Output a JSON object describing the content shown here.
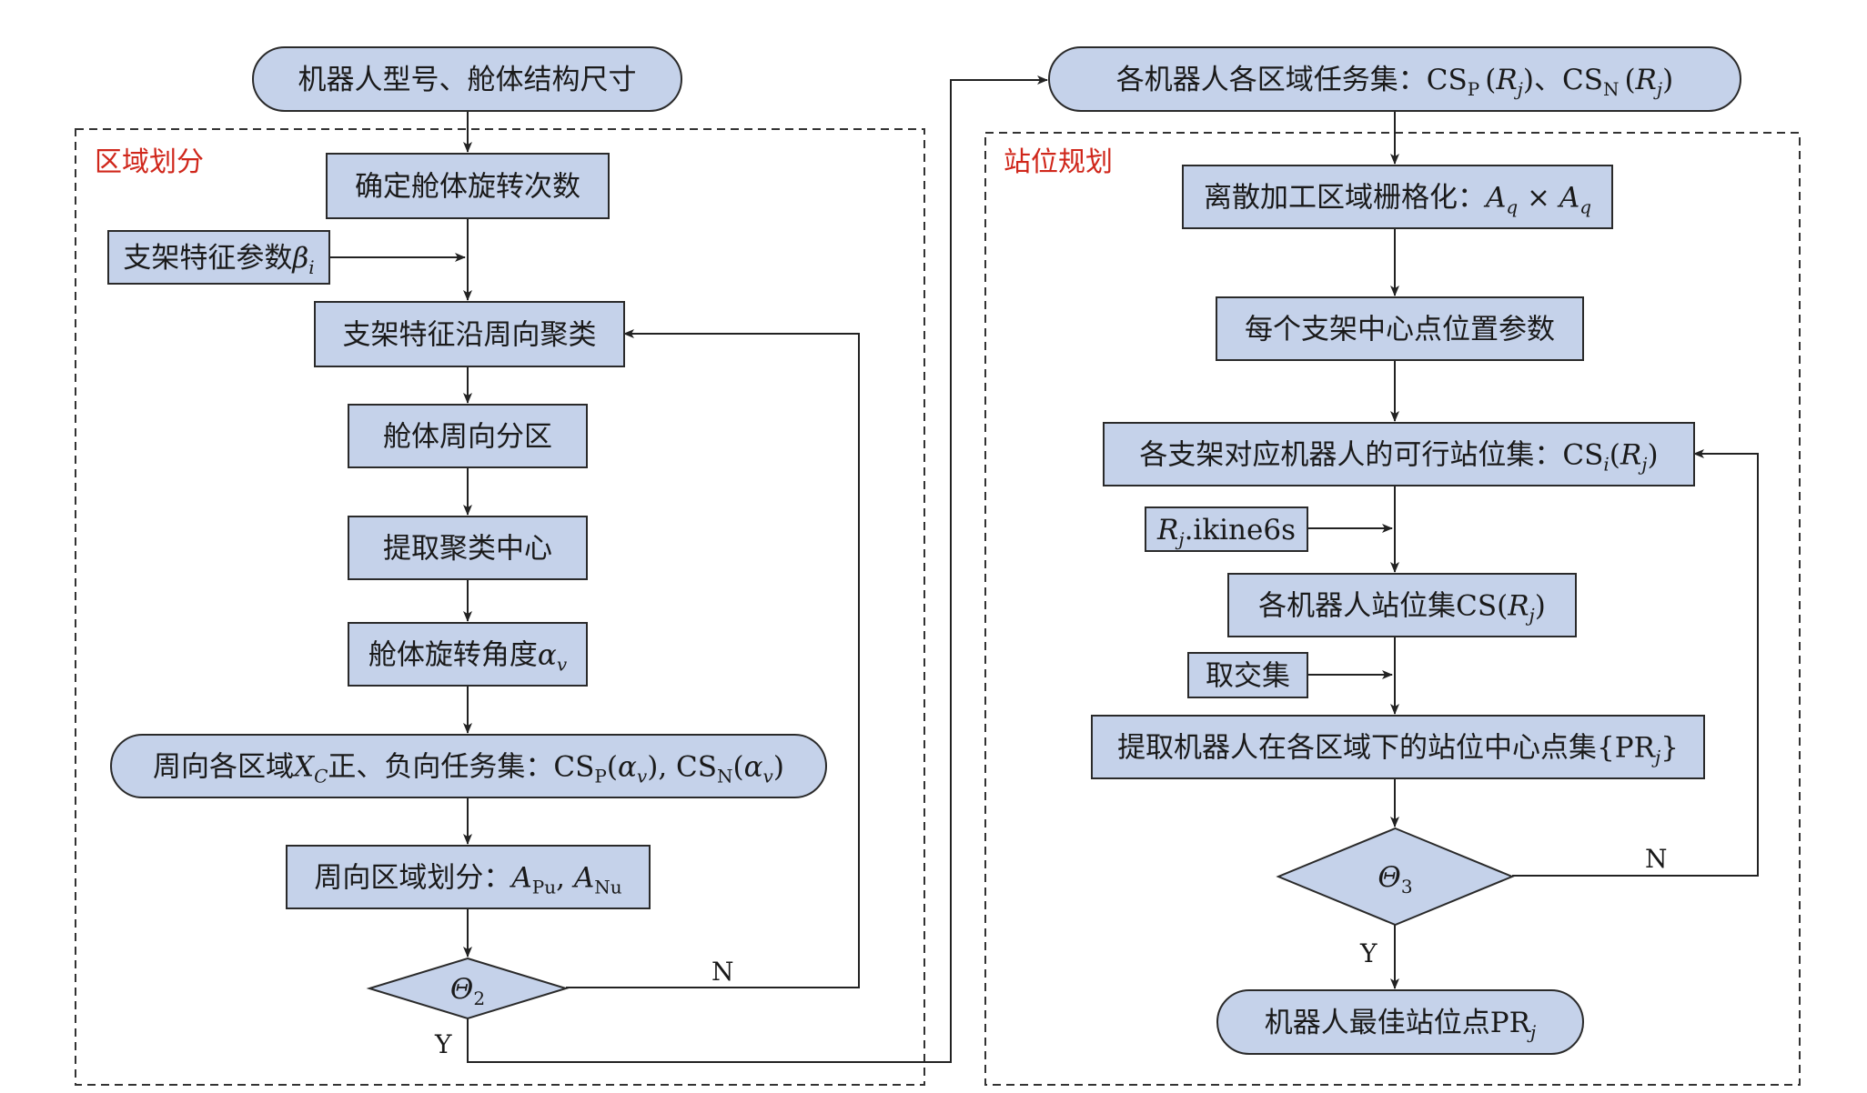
{
  "regions": {
    "left": {
      "label": "区域划分"
    },
    "right": {
      "label": "站位规划"
    }
  },
  "nodes": {
    "robot_model": {
      "shape": "terminal",
      "parts": [
        {
          "t": "机器人型号、舱体结构尺寸"
        }
      ]
    },
    "rotation_count": {
      "shape": "rect",
      "parts": [
        {
          "t": "确定舱体旋转次数"
        }
      ]
    },
    "bracket_params": {
      "shape": "rect",
      "parts": [
        {
          "t": "支架特征参数"
        },
        {
          "t": "β",
          "i": true
        },
        {
          "t": "i",
          "i": true,
          "sub": true
        }
      ]
    },
    "bracket_cluster": {
      "shape": "rect",
      "parts": [
        {
          "t": "支架特征沿周向聚类"
        }
      ]
    },
    "cabin_zone": {
      "shape": "rect",
      "parts": [
        {
          "t": "舱体周向分区"
        }
      ]
    },
    "extract_center": {
      "shape": "rect",
      "parts": [
        {
          "t": "提取聚类中心"
        }
      ]
    },
    "rotation_angle": {
      "shape": "rect",
      "parts": [
        {
          "t": "舱体旋转角度"
        },
        {
          "t": "α",
          "i": true
        },
        {
          "t": "v",
          "i": true,
          "sub": true
        }
      ]
    },
    "task_sets_cs": {
      "shape": "terminal",
      "parts": [
        {
          "t": "周向各区域"
        },
        {
          "t": "X",
          "i": true
        },
        {
          "t": "C",
          "i": true,
          "sub": true
        },
        {
          "t": "正、负向任务集：CS"
        },
        {
          "t": "P",
          "sub": true
        },
        {
          "t": "("
        },
        {
          "t": "α",
          "i": true
        },
        {
          "t": "v",
          "i": true,
          "sub": true
        },
        {
          "t": "), CS"
        },
        {
          "t": "N",
          "sub": true
        },
        {
          "t": "("
        },
        {
          "t": "α",
          "i": true
        },
        {
          "t": "v",
          "i": true,
          "sub": true
        },
        {
          "t": ")"
        }
      ]
    },
    "zone_divide": {
      "shape": "rect",
      "parts": [
        {
          "t": "周向区域划分："
        },
        {
          "t": "A",
          "i": true
        },
        {
          "t": "Pu",
          "sub": true
        },
        {
          "t": ", "
        },
        {
          "t": "A",
          "i": true
        },
        {
          "t": "Nu",
          "sub": true
        }
      ]
    },
    "theta2": {
      "shape": "diamond",
      "parts": [
        {
          "t": "Θ",
          "i": true
        },
        {
          "t": "2",
          "sub": true
        }
      ]
    },
    "robot_task_sets": {
      "shape": "terminal",
      "parts": [
        {
          "t": "各机器人各区域任务集：CS"
        },
        {
          "t": "P",
          "sub": true
        },
        {
          "t": "(",
          "sp": 6
        },
        {
          "t": "R",
          "i": true
        },
        {
          "t": "j",
          "i": true,
          "sub": true
        },
        {
          "t": ")、CS"
        },
        {
          "t": "N",
          "sub": true
        },
        {
          "t": "(",
          "sp": 6
        },
        {
          "t": "R",
          "i": true
        },
        {
          "t": "j",
          "i": true,
          "sub": true
        },
        {
          "t": ")"
        }
      ]
    },
    "grid": {
      "shape": "rect",
      "parts": [
        {
          "t": "离散加工区域栅格化："
        },
        {
          "t": "A",
          "i": true
        },
        {
          "t": "q",
          "i": true,
          "sub": true
        },
        {
          "t": " × "
        },
        {
          "t": "A",
          "i": true
        },
        {
          "t": "q",
          "i": true,
          "sub": true
        }
      ]
    },
    "center_params": {
      "shape": "rect",
      "parts": [
        {
          "t": "每个支架中心点位置参数"
        }
      ]
    },
    "feasible_set": {
      "shape": "rect",
      "parts": [
        {
          "t": "各支架对应机器人的可行站位集：CS"
        },
        {
          "t": "i",
          "i": true,
          "sub": true
        },
        {
          "t": "("
        },
        {
          "t": "R",
          "i": true
        },
        {
          "t": "j",
          "i": true,
          "sub": true
        },
        {
          "t": ")"
        }
      ]
    },
    "ikine": {
      "shape": "rect",
      "parts": [
        {
          "t": "R",
          "i": true
        },
        {
          "t": "j",
          "i": true,
          "sub": true
        },
        {
          "t": ".ikine6s"
        }
      ]
    },
    "station_set": {
      "shape": "rect",
      "parts": [
        {
          "t": "各机器人站位集CS("
        },
        {
          "t": "R",
          "i": true
        },
        {
          "t": "j",
          "i": true,
          "sub": true
        },
        {
          "t": ")"
        }
      ]
    },
    "intersect": {
      "shape": "rect",
      "parts": [
        {
          "t": "取交集"
        }
      ]
    },
    "extract_pr": {
      "shape": "rect",
      "parts": [
        {
          "t": "提取机器人在各区域下的站位中心点集{PR"
        },
        {
          "t": "j",
          "i": true,
          "sub": true
        },
        {
          "t": "}"
        }
      ]
    },
    "theta3": {
      "shape": "diamond",
      "parts": [
        {
          "t": "Θ",
          "i": true
        },
        {
          "t": "3",
          "sub": true
        }
      ]
    },
    "best_station": {
      "shape": "terminal",
      "parts": [
        {
          "t": "机器人最佳站位点PR"
        },
        {
          "t": "j",
          "i": true,
          "sub": true
        }
      ]
    }
  },
  "edge_labels": {
    "theta2_no": "N",
    "theta2_yes": "Y",
    "theta3_no": "N",
    "theta3_yes": "Y"
  },
  "colors": {
    "node_fill": "#c5d2ea",
    "node_stroke": "#2a2a2a",
    "region_label": "#d0271b",
    "edge": "#222222"
  }
}
